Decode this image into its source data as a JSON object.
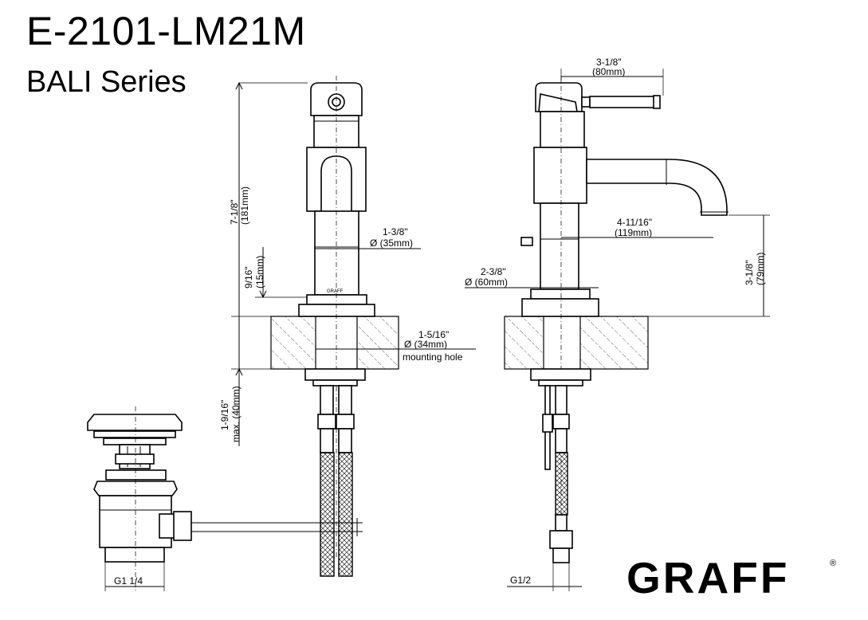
{
  "header": {
    "model_number": "E-2101-LM21M",
    "series_name": "BALI Series"
  },
  "front_view": {
    "height_total": {
      "imperial": "7-1/8\"",
      "metric": "(181mm)"
    },
    "base_height": {
      "imperial": "9/16\"",
      "metric": "(15mm)"
    },
    "body_diameter": {
      "imperial": "1-3/8\"",
      "metric": "Ø (35mm)"
    },
    "mounting_hole": {
      "imperial": "1-5/16\"",
      "metric": "Ø (34mm)",
      "note": "mounting hole"
    },
    "deck_thickness": {
      "imperial": "1-9/16\"",
      "metric": "max. (40mm)"
    },
    "brand_mark": "GRAFF"
  },
  "side_view": {
    "handle_reach": {
      "imperial": "3-1/8\"",
      "metric": "(80mm)"
    },
    "spout_reach": {
      "imperial": "4-11/16\"",
      "metric": "(119mm)"
    },
    "spout_height": {
      "imperial": "3-1/8\"",
      "metric": "(79mm)"
    },
    "base_diameter": {
      "imperial": "2-3/8\"",
      "metric": "Ø (60mm)"
    },
    "connection": "G1/2"
  },
  "drain": {
    "connection": "G1 1/4"
  },
  "logo": {
    "text": "GRAFF",
    "mark": "®"
  }
}
